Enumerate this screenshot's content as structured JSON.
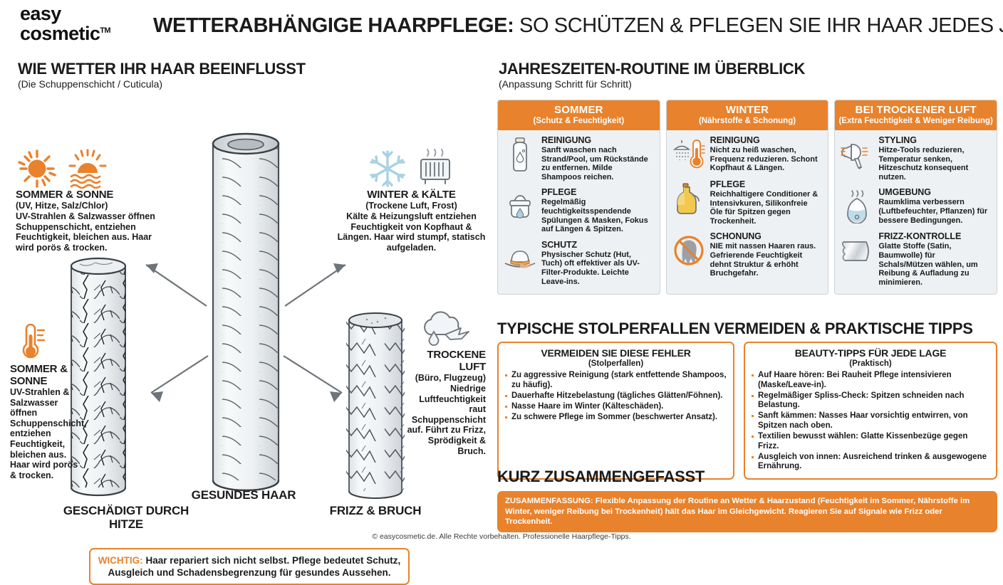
{
  "header": {
    "logo_line1": "easy",
    "logo_line2": "cosmetic",
    "logo_tm": "TM",
    "title_bold": "WETTERABHÄNGIGE HAARPFLEGE:",
    "title_light": " SO SCHÜTZEN & PFLEGEN SIE IHR HAAR JEDES JAHR"
  },
  "left": {
    "title": "WIE WETTER IHR HAAR BEEINFLUSST",
    "subtitle": "(Die Schuppenschicht / Cuticula)",
    "blocks": [
      {
        "id": "sommer-sonne-top",
        "icons": [
          "sun-icon",
          "sun-sea-icon"
        ],
        "title": "SOMMER & SONNE",
        "subtitle": "(UV, Hitze, Salz/Chlor)",
        "text": "UV-Strahlen & Salzwasser öffnen Schuppenschicht, entziehen Feuchtigkeit, bleichen aus. Haar wird porös & trocken."
      },
      {
        "id": "winter-kaelte",
        "icons": [
          "snowflake-icon",
          "radiator-icon"
        ],
        "title": "WINTER & KÄLTE",
        "subtitle": "(Trockene Luft, Frost)",
        "text": "Kälte & Heizungsluft entziehen Feuchtigkeit von Kopfhaut & Längen. Haar wird stumpf, statisch aufgeladen."
      },
      {
        "id": "sommer-sonne-bottom",
        "icons": [
          "thermometer-icon"
        ],
        "title": "SOMMER & SONNE",
        "subtitle": "",
        "text": "UV-Strahlen & Salzwasser öffnen Schuppenschicht, entziehen Feuchtigkeit, bleichen aus. Haar wird porös & trocken."
      },
      {
        "id": "trockene-luft",
        "icons": [
          "cloud-droplet-plane-icon"
        ],
        "title": "TROCKENE LUFT",
        "subtitle": "(Büro, Flugzeug)",
        "text": "Niedrige Luftfeuchtigkeit raut Schuppenschicht auf. Führt zu Frizz, Sprödigkeit & Bruch."
      }
    ],
    "hair_captions": {
      "healthy": "GESUNDES HAAR",
      "damaged": "GESCHÄDIGT DURCH HITZE",
      "frizz": "FRIZZ & BRUCH"
    },
    "important": {
      "keyword": "WICHTIG:",
      "text": " Haar repariert sich nicht selbst. Pflege bedeutet Schutz, Ausgleich und Schadensbegrenzung für gesundes Aussehen."
    }
  },
  "right": {
    "title": "JAHRESZEITEN-ROUTINE IM ÜBERBLICK",
    "subtitle": "(Anpassung Schritt für Schritt)",
    "seasons": [
      {
        "name": "SOMMER",
        "sub": "(Schutz & Feuchtigkeit)",
        "rows": [
          {
            "icon": "shampoo-bottle-icon",
            "head": "REINIGUNG",
            "body": "Sanft waschen nach Strand/Pool, um Rückstände zu entfernen. Milde Shampoos reichen."
          },
          {
            "icon": "cream-jar-icon",
            "head": "PFLEGE",
            "body": "Regelmäßig feuchtigkeitsspendende Spülungen & Masken, Fokus auf Längen & Spitzen."
          },
          {
            "icon": "sun-hat-icon",
            "head": "SCHUTZ",
            "body": "Physischer Schutz (Hut, Tuch) oft effektiver als UV-Filter-Produkte. Leichte Leave-ins."
          }
        ]
      },
      {
        "name": "WINTER",
        "sub": "(Nährstoffe & Schonung)",
        "rows": [
          {
            "icon": "shower-thermometer-icon",
            "head": "REINIGUNG",
            "body": "Nicht zu heiß waschen, Frequenz reduzieren. Schont Kopfhaut & Längen."
          },
          {
            "icon": "oil-bottle-icon",
            "head": "PFLEGE",
            "body": "Reichhaltigere Conditioner & Intensivkuren, Silikonfreie Öle für Spitzen gegen Trockenheit."
          },
          {
            "icon": "no-wet-hair-icon",
            "head": "SCHONUNG",
            "body": "NIE mit nassen Haaren raus. Gefrierende Feuchtigkeit dehnt Struktur & erhöht Bruchgefahr."
          }
        ]
      },
      {
        "name": "BEI TROCKENER LUFT",
        "sub": "(Extra Feuchtigkeit & Weniger Reibung)",
        "rows": [
          {
            "icon": "hairdryer-icon",
            "head": "STYLING",
            "body": "Hitze-Tools reduzieren, Temperatur senken, Hitzeschutz konsequent nutzen."
          },
          {
            "icon": "humidifier-icon",
            "head": "UMGEBUNG",
            "body": "Raumklima verbessern (Luftbefeuchter, Pflanzen) für bessere Bedingungen."
          },
          {
            "icon": "fabric-icon",
            "head": "FRIZZ-KONTROLLE",
            "body": "Glatte Stoffe (Satin, Baumwolle) für Schals/Mützen wählen, um Reibung & Aufladung zu minimieren."
          }
        ]
      }
    ],
    "pitfalls_title": "TYPISCHE STOLPERFALLEN VERMEIDEN & PRAKTISCHE TIPPS",
    "mistakes": {
      "head": "VERMEIDEN SIE DIESE FEHLER",
      "sub": "(Stolperfallen)",
      "items": [
        "Zu aggressive Reinigung (stark entfettende Shampoos, zu häufig).",
        "Dauerhafte Hitzebelastung (tägliches Glätten/Föhnen).",
        "Nasse Haare im Winter (Kälteschäden).",
        "Zu schwere Pflege im Sommer (beschwerter Ansatz)."
      ]
    },
    "tips": {
      "head": "BEAUTY-TIPPS FÜR JEDE LAGE",
      "sub": "(Praktisch)",
      "items": [
        "Auf Haare hören: Bei Rauheit Pflege intensivieren (Maske/Leave-in).",
        "Regelmäßiger Spliss-Check: Spitzen schneiden nach Belastung.",
        "Sanft kämmen: Nasses Haar vorsichtig entwirren, von Spitzen nach oben.",
        "Textilien bewusst wählen: Glatte Kissenbezüge gegen Frizz.",
        "Ausgleich von innen: Ausreichend trinken & ausgewogene Ernährung."
      ]
    },
    "summary_title": "KURZ ZUSAMMENGEFASST",
    "summary": {
      "keyword": "ZUSAMMENFASSUNG:",
      "text": " Flexible Anpassung der Routine an Wetter & Haarzustand (Feuchtigkeit im Sommer, Nährstoffe im Winter, weniger Reibung bei Trockenheit) hält das Haar im Gleichgewicht. Reagieren Sie auf Signale wie Frizz oder Trockenheit."
    }
  },
  "footer": "© easycosmetic.de. Alle Rechte vorbehalten. Professionelle Haarpflege-Tipps.",
  "colors": {
    "orange": "#E8822C",
    "ice_blue": "#A9D2E3",
    "card_bg": "#EEF1F3",
    "dark": "#1B1B1B",
    "gray_stroke": "#5A6066"
  }
}
